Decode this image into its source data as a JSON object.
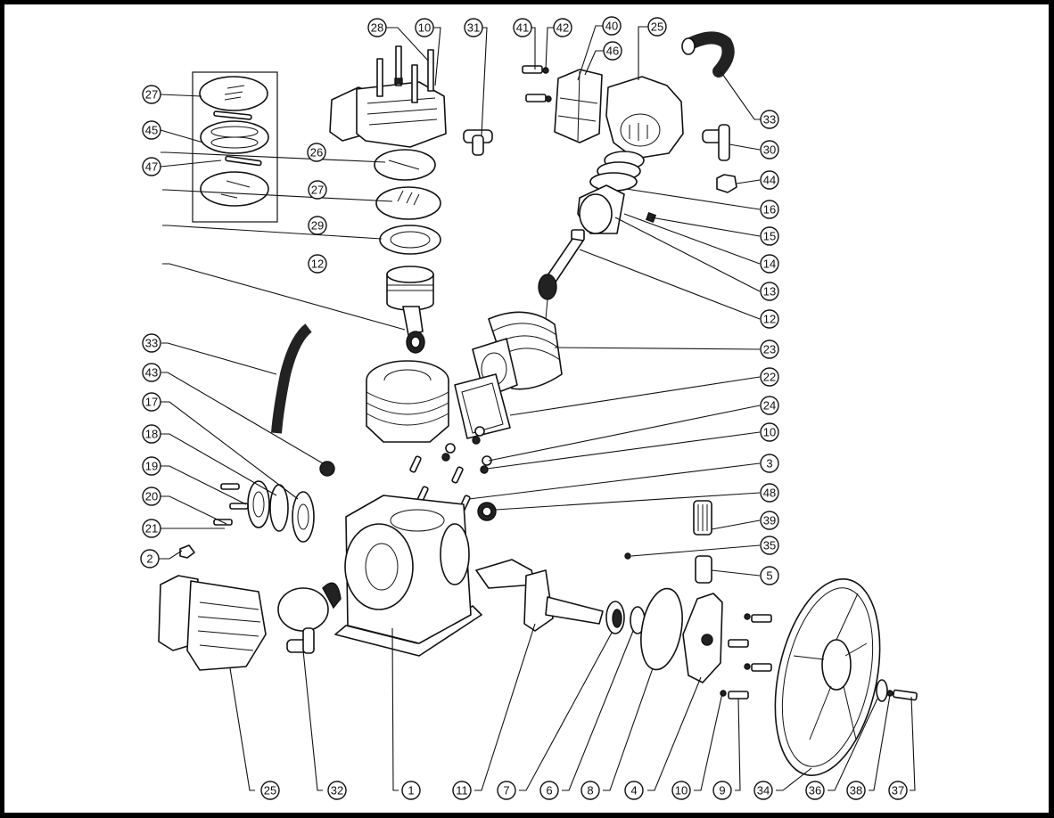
{
  "diagram": {
    "title": "Air compressor pump exploded parts diagram",
    "part_labels": [
      {
        "id": "lbl-28",
        "number": "28"
      },
      {
        "id": "lbl-10a",
        "number": "10"
      },
      {
        "id": "lbl-31",
        "number": "31"
      },
      {
        "id": "lbl-41",
        "number": "41"
      },
      {
        "id": "lbl-42",
        "number": "42"
      },
      {
        "id": "lbl-40",
        "number": "40"
      },
      {
        "id": "lbl-46",
        "number": "46"
      },
      {
        "id": "lbl-25a",
        "number": "25"
      },
      {
        "id": "lbl-33a",
        "number": "33"
      },
      {
        "id": "lbl-30",
        "number": "30"
      },
      {
        "id": "lbl-44",
        "number": "44"
      },
      {
        "id": "lbl-16",
        "number": "16"
      },
      {
        "id": "lbl-15",
        "number": "15"
      },
      {
        "id": "lbl-14",
        "number": "14"
      },
      {
        "id": "lbl-13",
        "number": "13"
      },
      {
        "id": "lbl-12a",
        "number": "12"
      },
      {
        "id": "lbl-23",
        "number": "23"
      },
      {
        "id": "lbl-22",
        "number": "22"
      },
      {
        "id": "lbl-24",
        "number": "24"
      },
      {
        "id": "lbl-10b",
        "number": "10"
      },
      {
        "id": "lbl-3",
        "number": "3"
      },
      {
        "id": "lbl-48",
        "number": "48"
      },
      {
        "id": "lbl-39",
        "number": "39"
      },
      {
        "id": "lbl-35",
        "number": "35"
      },
      {
        "id": "lbl-5",
        "number": "5"
      },
      {
        "id": "lbl-27a",
        "number": "27"
      },
      {
        "id": "lbl-45",
        "number": "45"
      },
      {
        "id": "lbl-47",
        "number": "47"
      },
      {
        "id": "lbl-26",
        "number": "26"
      },
      {
        "id": "lbl-27b",
        "number": "27"
      },
      {
        "id": "lbl-29",
        "number": "29"
      },
      {
        "id": "lbl-12b",
        "number": "12"
      },
      {
        "id": "lbl-33b",
        "number": "33"
      },
      {
        "id": "lbl-43",
        "number": "43"
      },
      {
        "id": "lbl-17",
        "number": "17"
      },
      {
        "id": "lbl-18",
        "number": "18"
      },
      {
        "id": "lbl-19",
        "number": "19"
      },
      {
        "id": "lbl-20",
        "number": "20"
      },
      {
        "id": "lbl-21",
        "number": "21"
      },
      {
        "id": "lbl-2",
        "number": "2"
      },
      {
        "id": "lbl-25b",
        "number": "25"
      },
      {
        "id": "lbl-32",
        "number": "32"
      },
      {
        "id": "lbl-1",
        "number": "1"
      },
      {
        "id": "lbl-11",
        "number": "11"
      },
      {
        "id": "lbl-7",
        "number": "7"
      },
      {
        "id": "lbl-6",
        "number": "6"
      },
      {
        "id": "lbl-8",
        "number": "8"
      },
      {
        "id": "lbl-4",
        "number": "4"
      },
      {
        "id": "lbl-10c",
        "number": "10"
      },
      {
        "id": "lbl-9",
        "number": "9"
      },
      {
        "id": "lbl-34",
        "number": "34"
      },
      {
        "id": "lbl-36",
        "number": "36"
      },
      {
        "id": "lbl-38",
        "number": "38"
      },
      {
        "id": "lbl-37",
        "number": "37"
      }
    ]
  }
}
